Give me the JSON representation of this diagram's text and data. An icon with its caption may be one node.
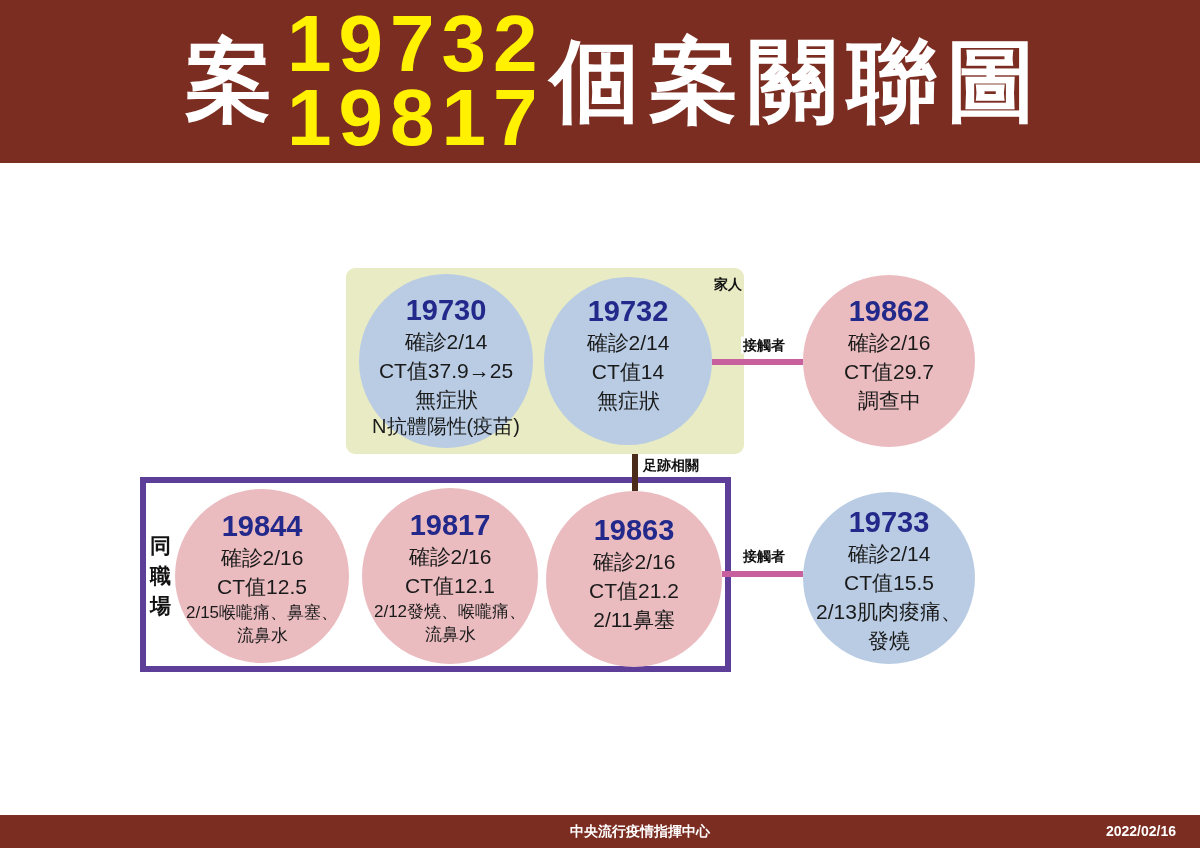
{
  "diagram": {
    "title": "案19732 19817個案關聯圖",
    "nodes": [
      {
        "text": [
          "家人"
        ]
      },
      {
        "text": [
          "19730",
          "確診2/14",
          "CT值37.9→25",
          "無症狀",
          "N抗體陽性(疫苗)"
        ],
        "in": 0
      },
      {
        "text": [
          "19732",
          "確診2/14",
          "CT值14",
          "無症狀"
        ],
        "in": 0
      },
      {
        "text": [
          "19862",
          "確診2/16",
          "CT值29.7",
          "調查中"
        ]
      },
      {
        "text": [
          "同職場"
        ]
      },
      {
        "text": [
          "19844",
          "確診2/16",
          "CT值12.5",
          "2/15喉嚨痛、鼻塞、流鼻水"
        ],
        "in": 4
      },
      {
        "text": [
          "19817",
          "確診2/16",
          "CT值12.1",
          "2/12發燒、喉嚨痛、流鼻水"
        ],
        "in": 4
      },
      {
        "text": [
          "19863",
          "確診2/16",
          "CT值21.2",
          "2/11鼻塞"
        ],
        "in": 4
      },
      {
        "text": [
          "19733",
          "確診2/14",
          "CT值15.5",
          "2/13肌肉痠痛、發燒"
        ]
      }
    ],
    "edges": [
      {
        "from": 2,
        "to": 3,
        "arrow": "none",
        "label": "接觸者"
      },
      {
        "from": 0,
        "to": 7,
        "arrow": "none",
        "label": "足跡相關",
        "color": "#4a2b1c"
      },
      {
        "from": 7,
        "to": 8,
        "arrow": "none",
        "label": "接觸者"
      }
    ],
    "labels": [
      "中央流行疫情指揮中心",
      "2022/02/16"
    ]
  }
}
